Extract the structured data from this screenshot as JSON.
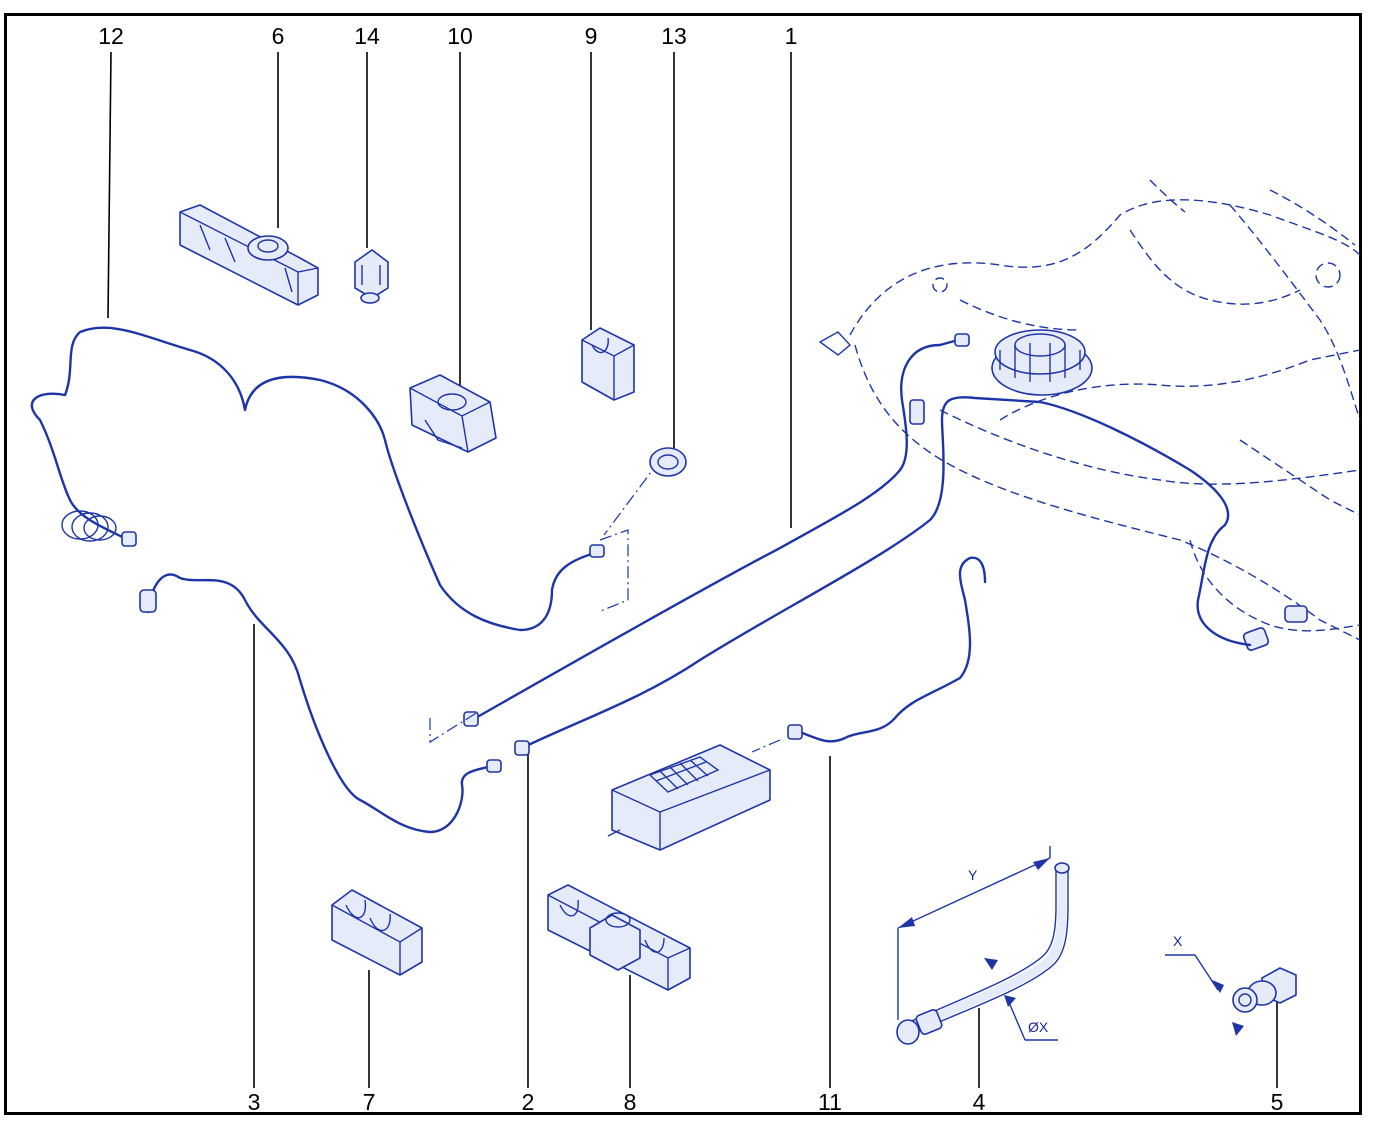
{
  "diagram": {
    "callouts_top": [
      "12",
      "6",
      "14",
      "10",
      "9",
      "13",
      "1"
    ],
    "callouts_bottom": [
      "3",
      "7",
      "2",
      "8",
      "11",
      "4",
      "5"
    ],
    "dimensions": {
      "length": "Y",
      "outer": "X",
      "diameter": "ØX"
    }
  },
  "colors": {
    "line_art": "#1e35a8",
    "part_fill": "#e6ebfa",
    "labels": "#000000"
  }
}
